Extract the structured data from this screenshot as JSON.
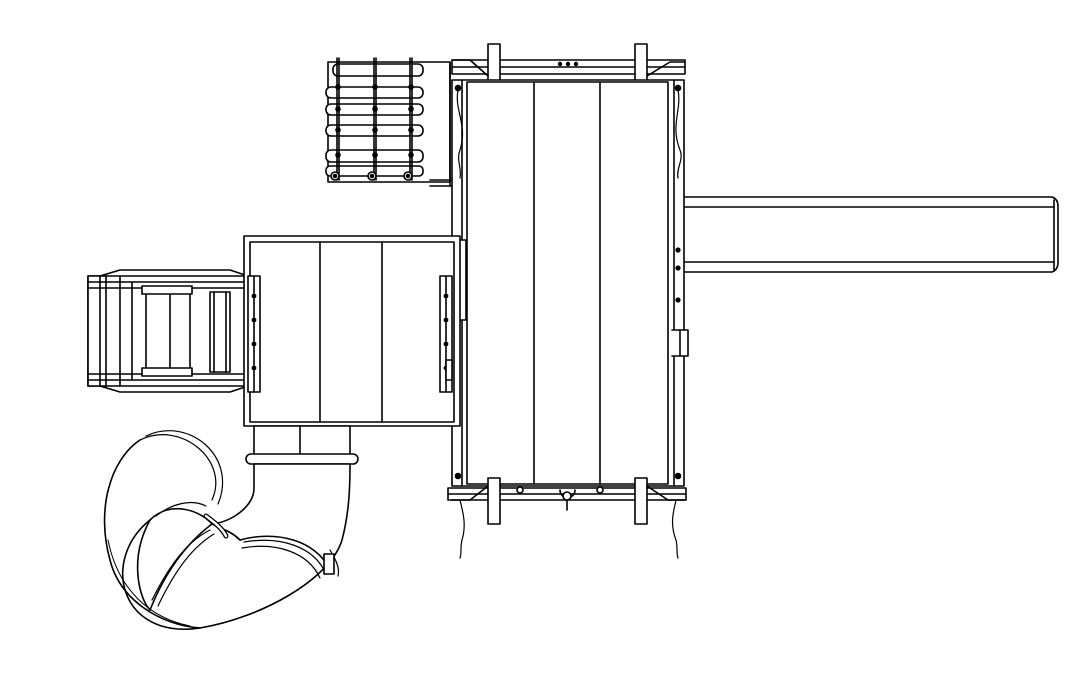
{
  "diagram": {
    "background": "#ffffff",
    "line_color": "#000000",
    "components": [
      "main-deck",
      "upper-ladder",
      "straight-slide",
      "side-deck",
      "left-ladder",
      "tube-slide",
      "swing-beam-top",
      "swing-beam-bottom"
    ]
  }
}
